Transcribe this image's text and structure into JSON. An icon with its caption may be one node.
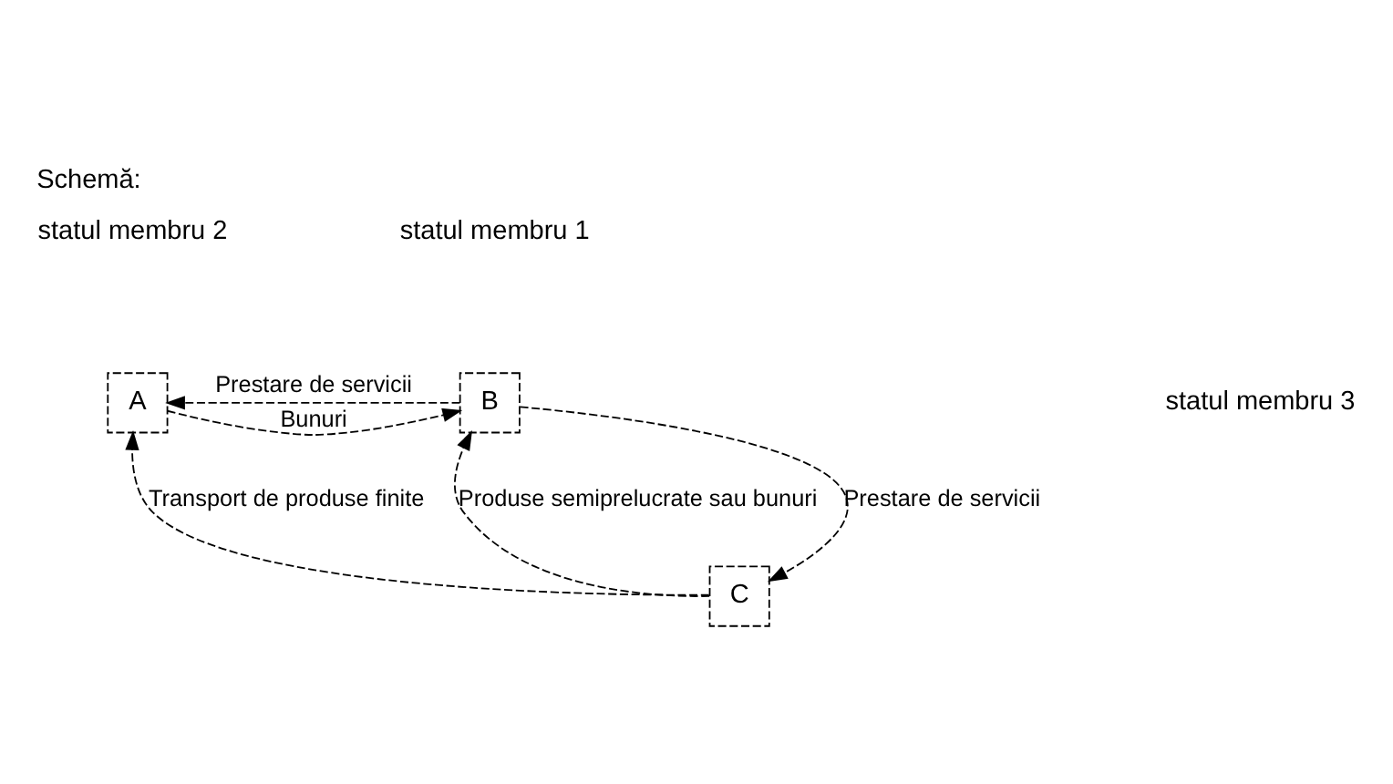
{
  "diagram": {
    "title": "Schemă:",
    "nodes": [
      {
        "text": [
          "B"
        ]
      },
      {
        "text": [
          "A"
        ]
      },
      {
        "text": [
          "C"
        ]
      }
    ],
    "edges": [
      {
        "from": 0,
        "to": 1,
        "arrow": "to",
        "style": "dashed",
        "label": "Prestare de servicii"
      },
      {
        "from": 1,
        "to": 0,
        "arrow": "to",
        "style": "dashed",
        "label": "Bunuri"
      },
      {
        "from": 2,
        "to": 0,
        "arrow": "to",
        "style": "dashed",
        "label": "Produse semiprelucrate sau bunuri"
      },
      {
        "from": 0,
        "to": 2,
        "arrow": "to",
        "style": "dashed",
        "label": "Prestare de servicii"
      },
      {
        "from": 2,
        "to": 1,
        "arrow": "to",
        "style": "dashed",
        "label": "Transport de produse finite"
      }
    ],
    "labels": [
      "statul membru 1",
      "statul membru 2",
      "statul membru 3"
    ]
  }
}
